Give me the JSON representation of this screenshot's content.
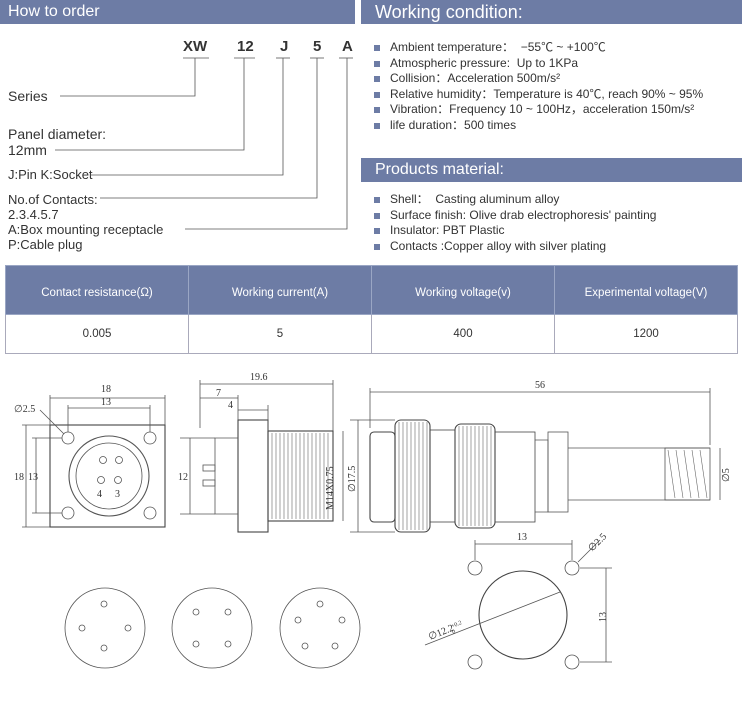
{
  "order": {
    "heading": "How to order",
    "code_parts": [
      "XW",
      "12",
      "J",
      "5",
      "A"
    ],
    "series_label": "Series",
    "panel_line1": "Panel diameter:",
    "panel_line2": "12mm",
    "pin_socket": "J:Pin  K:Socket",
    "contacts_line1": "No.of Contacts:",
    "contacts_line2": "2.3.4.5.7",
    "type_line1": "A:Box mounting receptacle",
    "type_line2": "P:Cable plug"
  },
  "working": {
    "heading": "Working condition:",
    "items": [
      "Ambient temperature：  −55℃ ~ +100℃",
      "Atmospheric pressure:  Up to 1KPa",
      "Collision：Acceleration 500m/s²",
      "Relative humidity：Temperature is 40℃, reach 90% ~ 95%",
      "Vibration：Frequency 10 ~ 100Hz，acceleration 150m/s²",
      "life duration：500 times"
    ]
  },
  "material": {
    "heading": "Products material:",
    "items": [
      "Shell：  Casting aluminum alloy",
      "Surface finish: Olive drab electrophoresis' painting",
      "Insulator: PBT Plastic",
      "Contacts :Copper alloy with silver plating"
    ]
  },
  "spec_table": {
    "headers": [
      "Contact resistance(Ω)",
      "Working current(A)",
      "Working voltage(v)",
      "Experimental voltage(V)"
    ],
    "row": [
      "0.005",
      "5",
      "400",
      "1200"
    ]
  },
  "drawings": {
    "front": {
      "width": "18",
      "inner": "13",
      "hole": "∅2.5",
      "height": "18",
      "inner_h": "13",
      "pin_a": "4",
      "pin_b": "3"
    },
    "side": {
      "total": "19.6",
      "a": "7",
      "b": "4",
      "height": "12",
      "thread": "M14X0.75"
    },
    "plug": {
      "length": "56",
      "diameter": "∅17.5",
      "cable": "∅5"
    },
    "cutout": {
      "width": "13",
      "hole": "∅2.5",
      "height": "13",
      "bore": "∅12.2",
      "tol": "+0.2",
      "tol0": "0"
    }
  },
  "colors": {
    "accent": "#6d7ca5"
  }
}
